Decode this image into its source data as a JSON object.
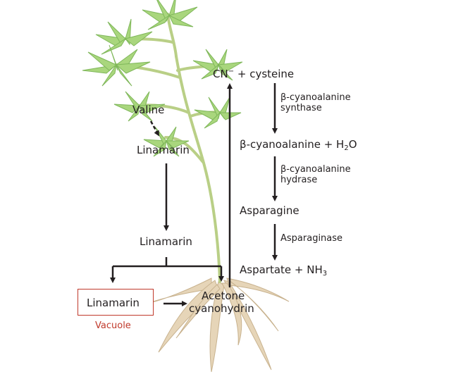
{
  "colors": {
    "leaf": "#a9d67d",
    "leaf_dark": "#7fb75a",
    "stem": "#b9cf86",
    "root": "#e6d5b8",
    "root_dark": "#c8b28e",
    "arrow": "#231f20",
    "vacuole": "#c0392b"
  },
  "plant": {
    "valine": "Valine",
    "linamarin_top": "Linamarin",
    "linamarin_mid": "Linamarin",
    "vacuole_label": "Linamarin",
    "vacuole_caption": "Vacuole",
    "acetone_line1": "Acetone",
    "acetone_line2": "cyanohydrin"
  },
  "pathway": {
    "cn_cysteine": {
      "pre": "CN",
      "sup": "−",
      "post": " + cysteine"
    },
    "enzyme1": {
      "line1": "β-cyanoalanine",
      "line2": "synthase"
    },
    "cyanoalanine_h2o": {
      "pre": "β-cyanoalanine + H",
      "sub": "2",
      "post": "O"
    },
    "enzyme2": {
      "line1": "β-cyanoalanine",
      "line2": "hydrase"
    },
    "asparagine": "Asparagine",
    "enzyme3": "Asparaginase",
    "aspartate_nh3": {
      "pre": "Aspartate + NH",
      "sub": "3"
    }
  }
}
